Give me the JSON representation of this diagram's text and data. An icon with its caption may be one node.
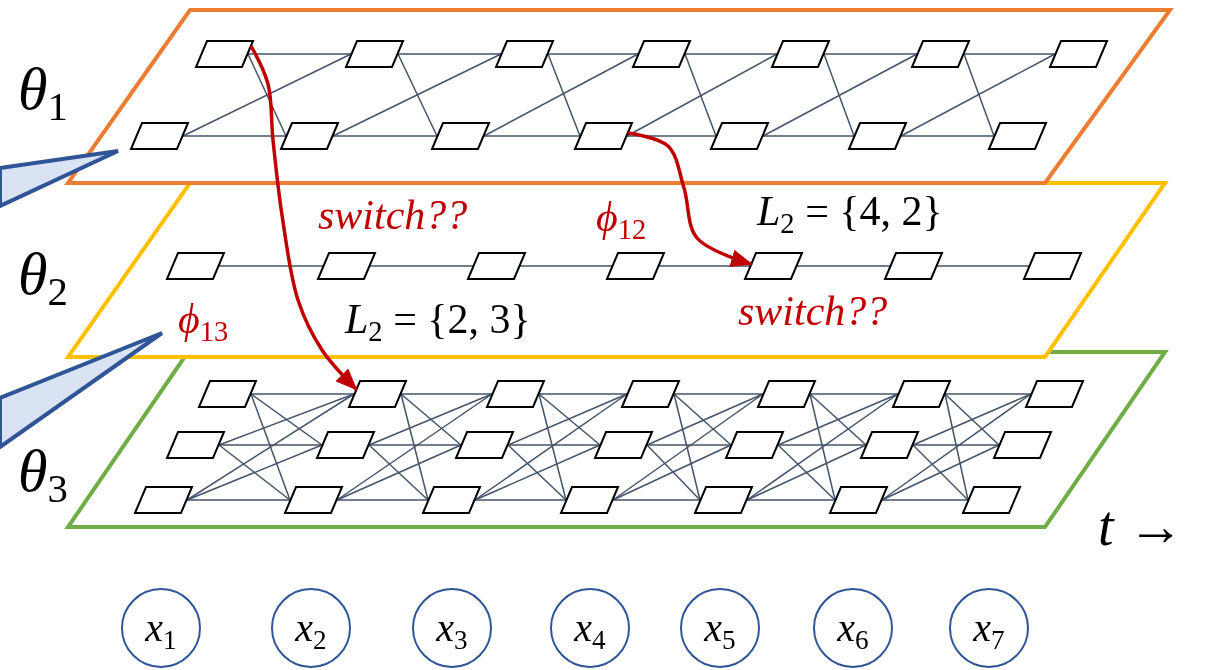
{
  "diagram": {
    "nodes": [
      {
        "text": [
          "*θ*$_{1}$"
        ]
      },
      {
        "text": [],
        "shape": "parallelogram",
        "in": 0
      },
      {
        "text": [],
        "shape": "parallelogram",
        "in": 0
      },
      {
        "text": [],
        "shape": "parallelogram",
        "in": 0
      },
      {
        "text": [],
        "shape": "parallelogram",
        "in": 0
      },
      {
        "text": [],
        "shape": "parallelogram",
        "in": 0
      },
      {
        "text": [],
        "shape": "parallelogram",
        "in": 0
      },
      {
        "text": [],
        "shape": "parallelogram",
        "in": 0
      },
      {
        "text": [],
        "shape": "parallelogram",
        "in": 0
      },
      {
        "text": [],
        "shape": "parallelogram",
        "in": 0
      },
      {
        "text": [],
        "shape": "parallelogram",
        "in": 0
      },
      {
        "text": [],
        "shape": "parallelogram",
        "in": 0
      },
      {
        "text": [],
        "shape": "parallelogram",
        "in": 0
      },
      {
        "text": [],
        "shape": "parallelogram",
        "in": 0
      },
      {
        "text": [],
        "shape": "parallelogram",
        "in": 0
      },
      {
        "text": [
          "*θ*$_{2}$"
        ]
      },
      {
        "text": [],
        "shape": "parallelogram",
        "in": 15
      },
      {
        "text": [],
        "shape": "parallelogram",
        "in": 15
      },
      {
        "text": [],
        "shape": "parallelogram",
        "in": 15
      },
      {
        "text": [],
        "shape": "parallelogram",
        "in": 15
      },
      {
        "text": [],
        "shape": "parallelogram",
        "in": 15
      },
      {
        "text": [],
        "shape": "parallelogram",
        "in": 15
      },
      {
        "text": [],
        "shape": "parallelogram",
        "in": 15
      },
      {
        "text": [
          "*θ*$_{3}$"
        ]
      },
      {
        "text": [],
        "shape": "parallelogram",
        "in": 23
      },
      {
        "text": [],
        "shape": "parallelogram",
        "in": 23
      },
      {
        "text": [],
        "shape": "parallelogram",
        "in": 23
      },
      {
        "text": [],
        "shape": "parallelogram",
        "in": 23
      },
      {
        "text": [],
        "shape": "parallelogram",
        "in": 23
      },
      {
        "text": [],
        "shape": "parallelogram",
        "in": 23
      },
      {
        "text": [],
        "shape": "parallelogram",
        "in": 23
      },
      {
        "text": [],
        "shape": "parallelogram",
        "in": 23
      },
      {
        "text": [],
        "shape": "parallelogram",
        "in": 23
      },
      {
        "text": [],
        "shape": "parallelogram",
        "in": 23
      },
      {
        "text": [],
        "shape": "parallelogram",
        "in": 23
      },
      {
        "text": [],
        "shape": "parallelogram",
        "in": 23
      },
      {
        "text": [],
        "shape": "parallelogram",
        "in": 23
      },
      {
        "text": [],
        "shape": "parallelogram",
        "in": 23
      },
      {
        "text": [],
        "shape": "parallelogram",
        "in": 23
      },
      {
        "text": [],
        "shape": "parallelogram",
        "in": 23
      },
      {
        "text": [],
        "shape": "parallelogram",
        "in": 23
      },
      {
        "text": [],
        "shape": "parallelogram",
        "in": 23
      },
      {
        "text": [],
        "shape": "parallelogram",
        "in": 23
      },
      {
        "text": [],
        "shape": "parallelogram",
        "in": 23
      },
      {
        "text": [],
        "shape": "parallelogram",
        "in": 23
      },
      {
        "text": [
          "*x*$_{1}$"
        ]
      },
      {
        "text": [
          "*x*$_{2}$"
        ]
      },
      {
        "text": [
          "*x*$_{3}$"
        ]
      },
      {
        "text": [
          "*x*$_{4}$"
        ]
      },
      {
        "text": [
          "*x*$_{5}$"
        ]
      },
      {
        "text": [
          "*x*$_{6}$"
        ]
      },
      {
        "text": [
          "*x*$_{7}$"
        ]
      },
      {
        "text": [],
        "shape": "wedge"
      },
      {
        "text": [],
        "shape": "wedge"
      }
    ],
    "edges": [
      {
        "from": 1,
        "to": 25,
        "arrow": "to",
        "style": "thick",
        "color": "#c00000"
      },
      {
        "from": 11,
        "to": 20,
        "arrow": "to",
        "style": "thick",
        "color": "#c00000"
      },
      {
        "from": 1,
        "to": 2,
        "arrow": "none"
      },
      {
        "from": 8,
        "to": 9,
        "arrow": "none"
      },
      {
        "from": 1,
        "to": 9,
        "arrow": "none"
      },
      {
        "from": 8,
        "to": 2,
        "arrow": "none"
      },
      {
        "from": 2,
        "to": 3,
        "arrow": "none"
      },
      {
        "from": 9,
        "to": 10,
        "arrow": "none"
      },
      {
        "from": 2,
        "to": 10,
        "arrow": "none"
      },
      {
        "from": 9,
        "to": 3,
        "arrow": "none"
      },
      {
        "from": 3,
        "to": 4,
        "arrow": "none"
      },
      {
        "from": 10,
        "to": 11,
        "arrow": "none"
      },
      {
        "from": 3,
        "to": 11,
        "arrow": "none"
      },
      {
        "from": 10,
        "to": 4,
        "arrow": "none"
      },
      {
        "from": 4,
        "to": 5,
        "arrow": "none"
      },
      {
        "from": 11,
        "to": 12,
        "arrow": "none"
      },
      {
        "from": 4,
        "to": 12,
        "arrow": "none"
      },
      {
        "from": 11,
        "to": 5,
        "arrow": "none"
      },
      {
        "from": 5,
        "to": 6,
        "arrow": "none"
      },
      {
        "from": 12,
        "to": 13,
        "arrow": "none"
      },
      {
        "from": 5,
        "to": 13,
        "arrow": "none"
      },
      {
        "from": 12,
        "to": 6,
        "arrow": "none"
      },
      {
        "from": 6,
        "to": 7,
        "arrow": "none"
      },
      {
        "from": 13,
        "to": 14,
        "arrow": "none"
      },
      {
        "from": 6,
        "to": 14,
        "arrow": "none"
      },
      {
        "from": 13,
        "to": 7,
        "arrow": "none"
      },
      {
        "from": 16,
        "to": 17,
        "arrow": "none"
      },
      {
        "from": 17,
        "to": 18,
        "arrow": "none"
      },
      {
        "from": 18,
        "to": 19,
        "arrow": "none"
      },
      {
        "from": 19,
        "to": 20,
        "arrow": "none"
      },
      {
        "from": 20,
        "to": 21,
        "arrow": "none"
      },
      {
        "from": 21,
        "to": 22,
        "arrow": "none"
      },
      {
        "from": 24,
        "to": 25,
        "arrow": "none"
      },
      {
        "from": 24,
        "to": 32,
        "arrow": "none"
      },
      {
        "from": 24,
        "to": 39,
        "arrow": "none"
      },
      {
        "from": 31,
        "to": 25,
        "arrow": "none"
      },
      {
        "from": 31,
        "to": 32,
        "arrow": "none"
      },
      {
        "from": 31,
        "to": 39,
        "arrow": "none"
      },
      {
        "from": 38,
        "to": 25,
        "arrow": "none"
      },
      {
        "from": 38,
        "to": 32,
        "arrow": "none"
      },
      {
        "from": 38,
        "to": 39,
        "arrow": "none"
      },
      {
        "from": 25,
        "to": 26,
        "arrow": "none"
      },
      {
        "from": 25,
        "to": 33,
        "arrow": "none"
      },
      {
        "from": 25,
        "to": 40,
        "arrow": "none"
      },
      {
        "from": 32,
        "to": 26,
        "arrow": "none"
      },
      {
        "from": 32,
        "to": 33,
        "arrow": "none"
      },
      {
        "from": 32,
        "to": 40,
        "arrow": "none"
      },
      {
        "from": 39,
        "to": 26,
        "arrow": "none"
      },
      {
        "from": 39,
        "to": 33,
        "arrow": "none"
      },
      {
        "from": 39,
        "to": 40,
        "arrow": "none"
      },
      {
        "from": 26,
        "to": 27,
        "arrow": "none"
      },
      {
        "from": 26,
        "to": 34,
        "arrow": "none"
      },
      {
        "from": 26,
        "to": 41,
        "arrow": "none"
      },
      {
        "from": 33,
        "to": 27,
        "arrow": "none"
      },
      {
        "from": 33,
        "to": 34,
        "arrow": "none"
      },
      {
        "from": 33,
        "to": 41,
        "arrow": "none"
      },
      {
        "from": 40,
        "to": 27,
        "arrow": "none"
      },
      {
        "from": 40,
        "to": 34,
        "arrow": "none"
      },
      {
        "from": 40,
        "to": 41,
        "arrow": "none"
      },
      {
        "from": 27,
        "to": 28,
        "arrow": "none"
      },
      {
        "from": 27,
        "to": 35,
        "arrow": "none"
      },
      {
        "from": 27,
        "to": 42,
        "arrow": "none"
      },
      {
        "from": 34,
        "to": 28,
        "arrow": "none"
      },
      {
        "from": 34,
        "to": 35,
        "arrow": "none"
      },
      {
        "from": 34,
        "to": 42,
        "arrow": "none"
      },
      {
        "from": 41,
        "to": 28,
        "arrow": "none"
      },
      {
        "from": 41,
        "to": 35,
        "arrow": "none"
      },
      {
        "from": 41,
        "to": 42,
        "arrow": "none"
      },
      {
        "from": 28,
        "to": 29,
        "arrow": "none"
      },
      {
        "from": 28,
        "to": 36,
        "arrow": "none"
      },
      {
        "from": 28,
        "to": 43,
        "arrow": "none"
      },
      {
        "from": 35,
        "to": 29,
        "arrow": "none"
      },
      {
        "from": 35,
        "to": 36,
        "arrow": "none"
      },
      {
        "from": 35,
        "to": 43,
        "arrow": "none"
      },
      {
        "from": 42,
        "to": 29,
        "arrow": "none"
      },
      {
        "from": 42,
        "to": 36,
        "arrow": "none"
      },
      {
        "from": 42,
        "to": 43,
        "arrow": "none"
      },
      {
        "from": 29,
        "to": 30,
        "arrow": "none"
      },
      {
        "from": 29,
        "to": 37,
        "arrow": "none"
      },
      {
        "from": 29,
        "to": 44,
        "arrow": "none"
      },
      {
        "from": 36,
        "to": 30,
        "arrow": "none"
      },
      {
        "from": 36,
        "to": 37,
        "arrow": "none"
      },
      {
        "from": 36,
        "to": 44,
        "arrow": "none"
      },
      {
        "from": 43,
        "to": 30,
        "arrow": "none"
      },
      {
        "from": 43,
        "to": 37,
        "arrow": "none"
      },
      {
        "from": 43,
        "to": 44,
        "arrow": "none"
      }
    ],
    "labels": [
      "switch??",
      "*ϕ*$_{12}$",
      "*L*$_{2}$ = {4, 2}",
      "*ϕ*$_{13}$",
      "*L*$_{2}$ = {2, 3}",
      "switch??",
      "*t* →"
    ]
  }
}
